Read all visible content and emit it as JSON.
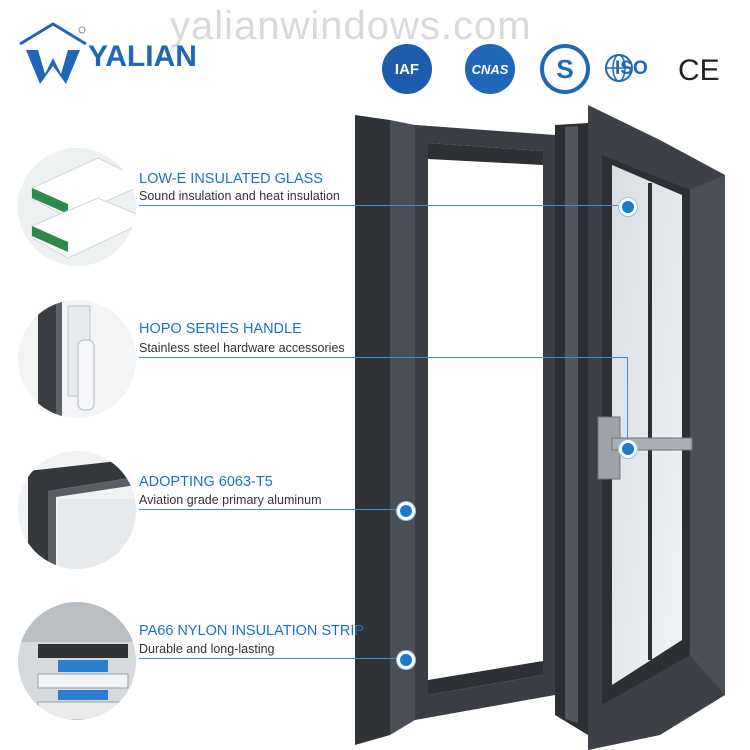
{
  "watermark": "yalianwindows.com",
  "brand": {
    "name": "YALIAN",
    "color": "#1f66b8"
  },
  "certifications": [
    {
      "label": "IAF",
      "icon": "iaf-badge-icon"
    },
    {
      "label": "CNAS",
      "icon": "cnas-badge-icon"
    },
    {
      "label": "S",
      "icon": "quality-s-badge-icon"
    },
    {
      "label": "ISO",
      "icon": "iso-badge-icon"
    },
    {
      "label": "CE",
      "icon": "ce-mark-icon"
    }
  ],
  "features": [
    {
      "title": "LOW-E INSULATED GLASS",
      "subtitle": "Sound insulation and heat insulation",
      "icon": "insulated-glass-icon"
    },
    {
      "title": "HOPO SERIES HANDLE",
      "subtitle": "Stainless steel hardware accessories",
      "icon": "window-handle-icon"
    },
    {
      "title": "ADOPTING 6063-T5",
      "subtitle": "Aviation grade primary aluminum",
      "icon": "aluminum-profile-icon"
    },
    {
      "title": "PA66 NYLON INSULATION STRIP",
      "subtitle": "Durable and long-lasting",
      "icon": "insulation-strip-icon"
    }
  ],
  "colors": {
    "accent": "#1a72c6",
    "frame": "#3a3d42",
    "dot": "#1d78d0"
  }
}
